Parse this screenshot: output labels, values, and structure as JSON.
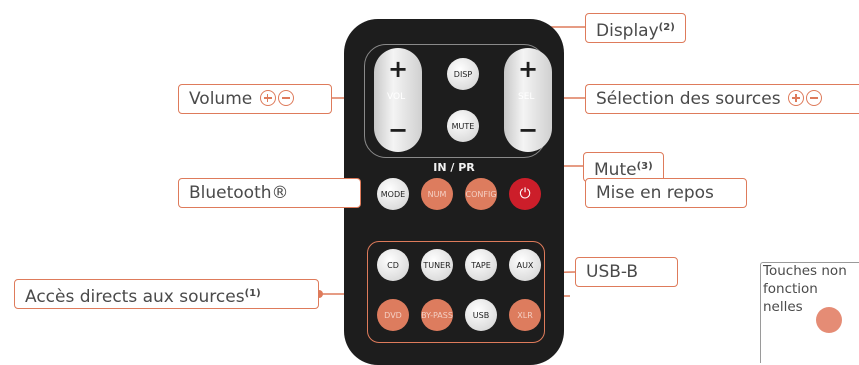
{
  "labels": {
    "display": "Display",
    "display_sup": "(2)",
    "volume": "Volume",
    "source_selection": "Sélection des sources",
    "mute": "Mute",
    "mute_sup": "(3)",
    "bluetooth": "Bluetooth®",
    "standby": "Mise en repos",
    "direct_access": "Accès directs aux sources",
    "direct_access_sup": "(1)",
    "usb_b": "USB-B"
  },
  "remote": {
    "plus": "+",
    "minus": "−",
    "vol": "VOL",
    "sel": "SEL",
    "disp": "DISP",
    "mute": "MUTE",
    "in_pr": "IN / PR",
    "mode": "MODE",
    "num": "NUM",
    "config": "CONFIG",
    "power": "⏻",
    "cd": "CD",
    "tuner": "TUNER",
    "tape": "TAPE",
    "aux": "AUX",
    "dvd": "DVD",
    "bypass": "BY-PASS",
    "usb": "USB",
    "xlr": "XLR"
  },
  "legend": {
    "text": "Touches non fonction nelles"
  },
  "colors": {
    "accent": "#de7b5b",
    "remote_body": "#1d1d1d",
    "nonfunctional_button": "#dd7c5e",
    "power_button": "#cc1e2a"
  },
  "icons": [
    "plus-circle-icon",
    "minus-circle-icon"
  ]
}
